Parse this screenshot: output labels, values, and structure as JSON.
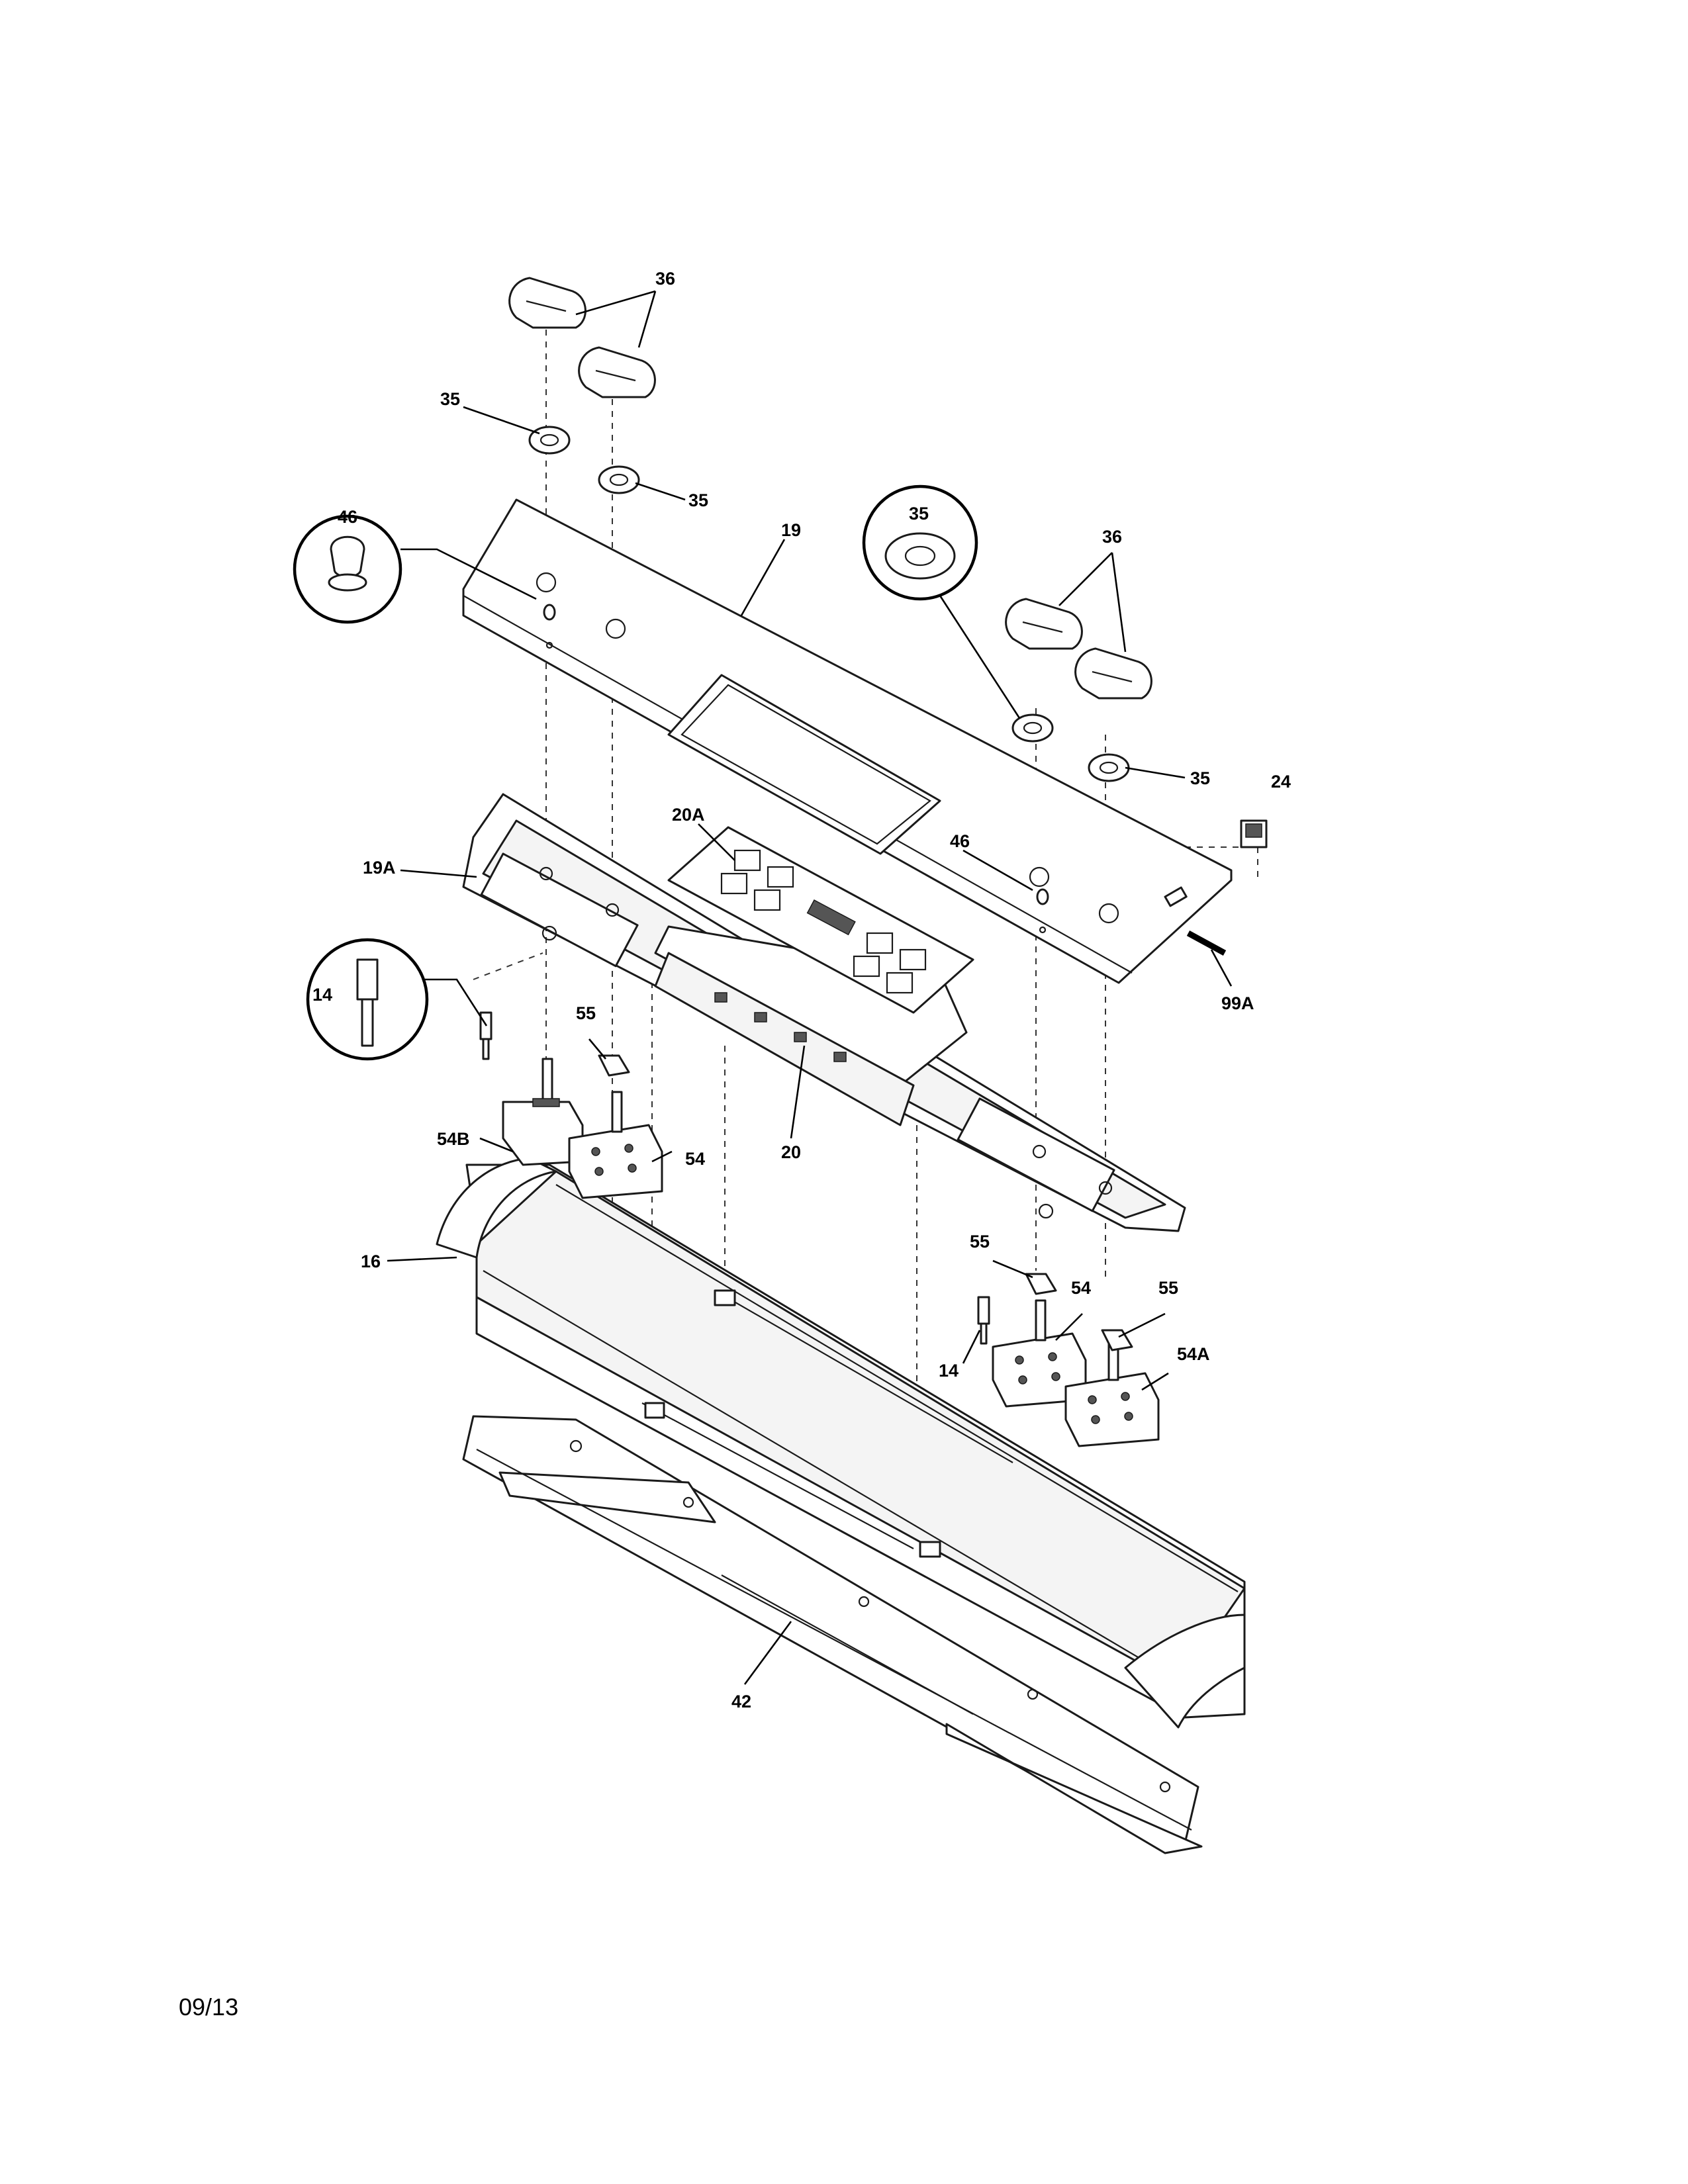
{
  "labels": {
    "l36a": "36",
    "l35a": "35",
    "l35b": "35",
    "l46a": "46",
    "l19": "19",
    "l35c": "35",
    "l36b": "36",
    "l35d": "35",
    "l24": "24",
    "l20a": "20A",
    "l46b": "46",
    "l19a": "19A",
    "l14a": "14",
    "l55a": "55",
    "l99a": "99A",
    "l54b": "54B",
    "l54a": "54",
    "l20": "20",
    "l16": "16",
    "l55b": "55",
    "l54c": "54",
    "l55c": "55",
    "l14b": "14",
    "l54aa": "54A",
    "l42": "42"
  },
  "date_code": "09/13"
}
